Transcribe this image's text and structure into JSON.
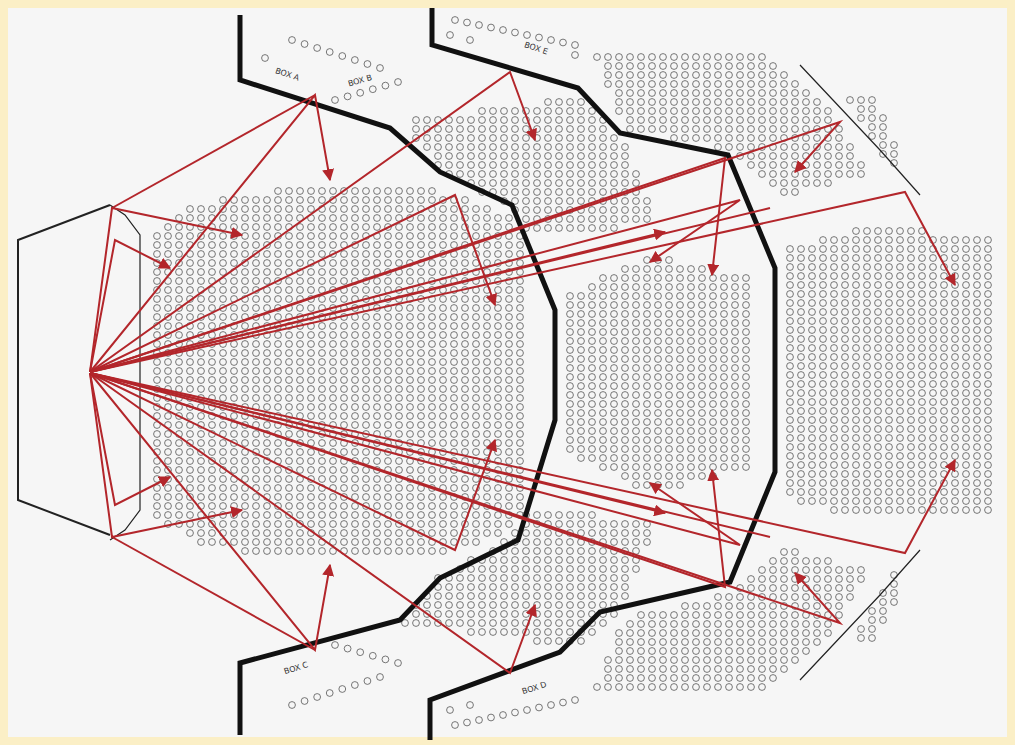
{
  "diagram": {
    "labels": [
      "BOX A",
      "BOX B",
      "BOX E",
      "BOX C",
      "BOX D"
    ]
  }
}
